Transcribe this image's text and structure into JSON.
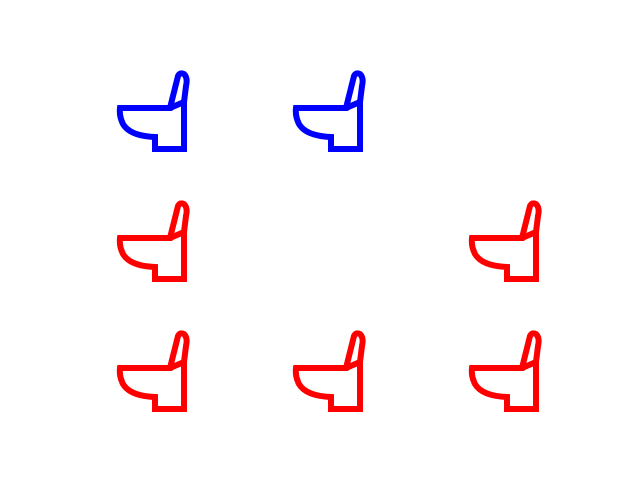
{
  "colors": {
    "blue": "#0000ff",
    "red": "#ff0000"
  },
  "grid": {
    "rows": 3,
    "columns": 3
  },
  "items": [
    {
      "row": 1,
      "col": 1,
      "icon": "toilet-icon",
      "color": "blue"
    },
    {
      "row": 1,
      "col": 2,
      "icon": "toilet-icon",
      "color": "blue"
    },
    {
      "row": 2,
      "col": 1,
      "icon": "toilet-icon",
      "color": "red"
    },
    {
      "row": 2,
      "col": 3,
      "icon": "toilet-icon",
      "color": "red"
    },
    {
      "row": 3,
      "col": 1,
      "icon": "toilet-icon",
      "color": "red"
    },
    {
      "row": 3,
      "col": 2,
      "icon": "toilet-icon",
      "color": "red"
    },
    {
      "row": 3,
      "col": 3,
      "icon": "toilet-icon",
      "color": "red"
    }
  ]
}
